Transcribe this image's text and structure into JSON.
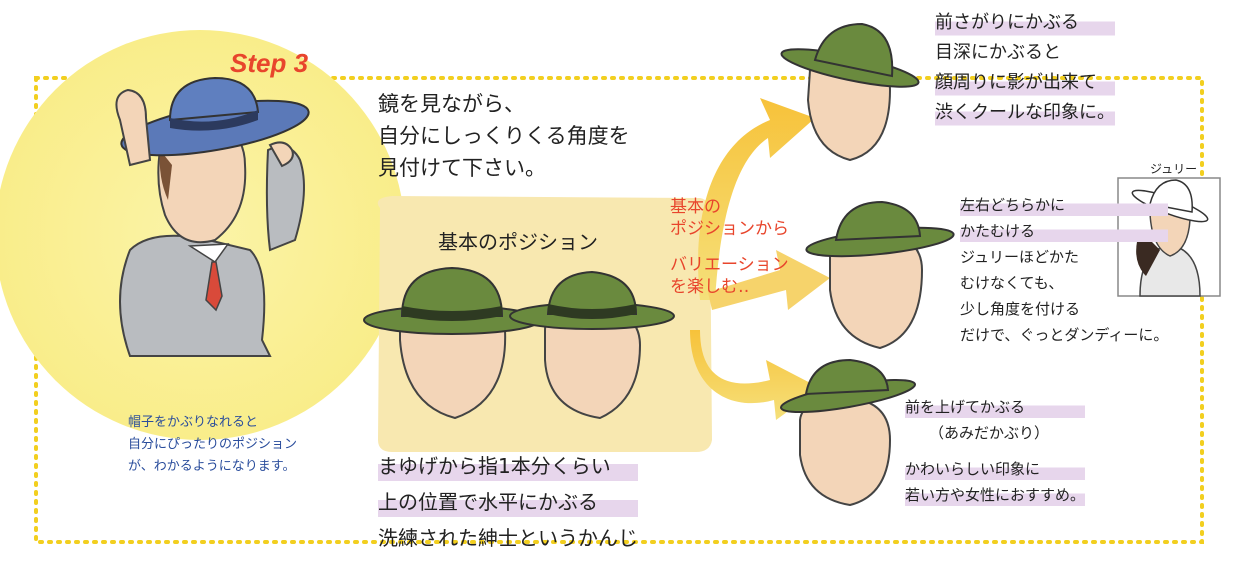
{
  "step_label": "Step 3",
  "intro": [
    "鏡を見ながら、",
    "自分にしっくりくる角度を",
    "見付けて下さい。"
  ],
  "left_caption": [
    "帽子をかぶりなれると",
    "自分にぴったりのポジション",
    "が、わかるようになります。"
  ],
  "basic_position": {
    "title": "基本のポジション",
    "description": [
      "まゆげから指1本分くらい",
      "上の位置で水平にかぶる",
      "洗練された紳士というかんじ"
    ]
  },
  "variation_label": [
    "基本の",
    "ポジションから",
    "バリエーション",
    "を楽しむ‥"
  ],
  "variations": [
    {
      "title": "前さがりにかぶる",
      "text": [
        "目深にかぶると",
        "顔周りに影が出来て",
        "渋くクールな印象に。"
      ]
    },
    {
      "title": [
        "左右どちらかに",
        "かたむける"
      ],
      "text": [
        "ジュリーほどかた",
        "むけなくても、",
        "少し角度を付ける",
        "だけで、ぐっとダンディーに。"
      ]
    },
    {
      "title": [
        "前を上げてかぶる",
        "（あみだかぶり）"
      ],
      "text": [
        "かわいらしい印象に",
        "若い方や女性におすすめ。"
      ]
    }
  ],
  "julie_label": "ジュリー",
  "colors": {
    "step": "#e8452c",
    "variation": "#e8452c",
    "caption": "#2a4d9c",
    "border": "#f2cf1f",
    "hat": "#6a8a3e",
    "hatband": "#2e3a22",
    "highlight": "#e7d6ec"
  }
}
